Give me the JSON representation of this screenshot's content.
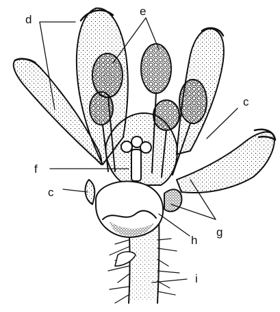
{
  "figure": {
    "labels": {
      "d": "d",
      "e": "e",
      "c_upper": "c",
      "c_lower": "c",
      "f": "f",
      "g": "g",
      "h": "h",
      "i": "i"
    }
  },
  "colors": {
    "ink": "#111111",
    "paper": "#ffffff"
  }
}
